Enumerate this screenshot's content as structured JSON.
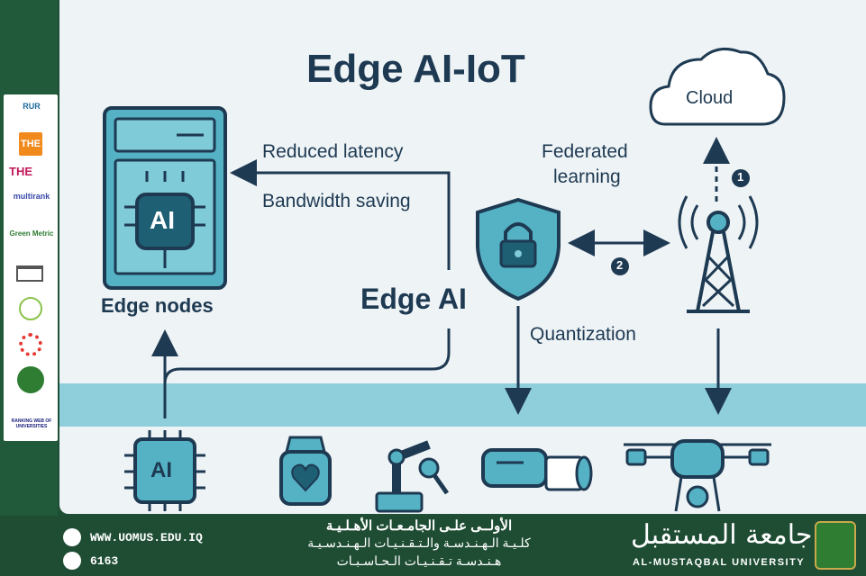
{
  "diagram": {
    "title": "Edge AI-IoT",
    "labels": {
      "reduced_latency": "Reduced latency",
      "bandwidth_saving": "Bandwidth saving",
      "federated_line1": "Federated",
      "federated_line2": "learning",
      "edge_ai": "Edge AI",
      "edge_nodes": "Edge nodes",
      "quantization": "Quantization",
      "cloud": "Cloud",
      "chip_text": "AI",
      "server_text": "AI",
      "step_1": "1",
      "step_2": "2"
    },
    "icons": [
      "server-icon",
      "shield-lock-icon",
      "tower-icon",
      "cloud-icon",
      "ai-chip-icon",
      "smartwatch-icon",
      "robot-arm-icon",
      "camera-icon",
      "drone-icon"
    ],
    "colors": {
      "teal": "#54b2c4",
      "navy": "#1e3a52",
      "band": "#8fcfdc",
      "panel": "#eef3f6"
    }
  },
  "sidebar": {
    "rankings": [
      "RUR",
      "THE",
      "THE",
      "multirank",
      "Green Metric",
      "",
      "",
      "",
      "",
      "RANKING WEB OF UNIVERSITIES"
    ]
  },
  "footer": {
    "website": "WWW.UOMUS.EDU.IQ",
    "phone": "6163",
    "arabic_line1": "الأولــى علـى الجامـعـات الأهـلـيـة",
    "arabic_line2": "كلـيـة الـهـنـدسـة والـتـقـنـيـات الـهـنـدسـيـة",
    "arabic_line3": "هـنـدسـة تـقـنـيـات الـحـاسـبـات",
    "university_arabic": "جامعة المستقبل",
    "university_english": "AL-MUSTAQBAL UNIVERSITY"
  }
}
